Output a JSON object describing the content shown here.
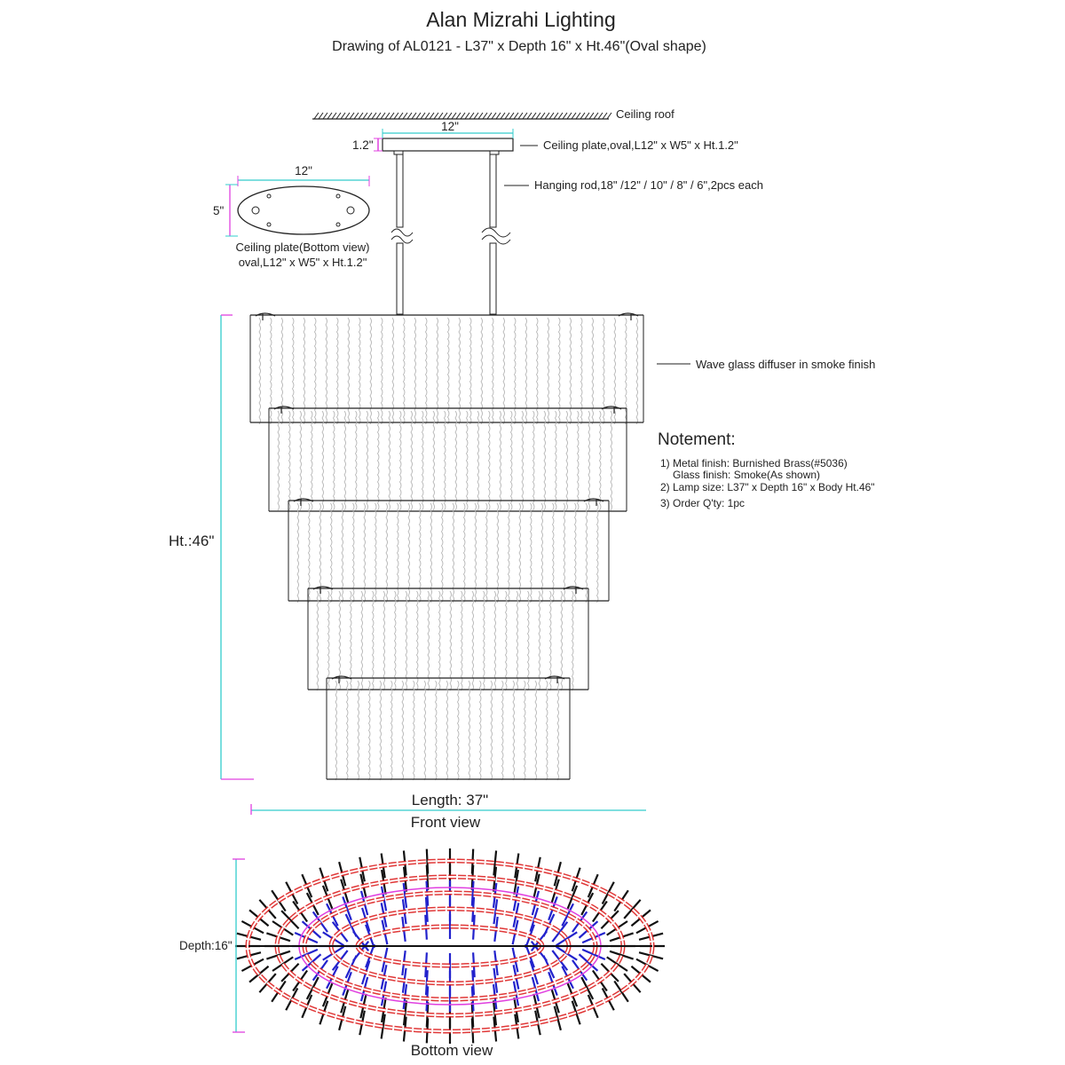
{
  "header": {
    "title": "Alan Mizrahi Lighting",
    "subtitle": "Drawing of AL0121 - L37\" x Depth 16\" x Ht.46\"(Oval shape)"
  },
  "labels": {
    "ceiling_roof": "Ceiling roof",
    "ceiling_plate": "Ceiling plate,oval,L12\" x W5\" x Ht.1.2\"",
    "hanging_rod": "Hanging rod,18\" /12\" / 10\" / 8\" / 6\",2pcs each",
    "wave_glass": "Wave glass diffuser in smoke finish"
  },
  "plate_bottom_view": {
    "width_dim": "12\"",
    "height_dim": "5\"",
    "caption_line1": "Ceiling plate(Bottom view)",
    "caption_line2": "oval,L12\" x W5\" x Ht.1.2\""
  },
  "dimensions": {
    "plate_width": "12\"",
    "plate_height": "1.2\"",
    "total_height": "Ht.:46\"",
    "length": "Length: 37\"",
    "depth": "Depth:16\""
  },
  "notes": {
    "heading": "Notement:",
    "items": [
      "1) Metal finish: Burnished Brass(#5036)",
      "Glass finish: Smoke(As shown)",
      "2) Lamp size: L37\" x Depth 16\" x Body Ht.46\"",
      "3) Order Q'ty: 1pc"
    ]
  },
  "views": {
    "front": "Front view",
    "bottom": "Bottom view"
  },
  "colors": {
    "line": "#222222",
    "dimension_cyan": "#33cccc",
    "dimension_magenta": "#e040e0",
    "glass_red": "#dd2222",
    "rod_blue": "#2222cc"
  }
}
